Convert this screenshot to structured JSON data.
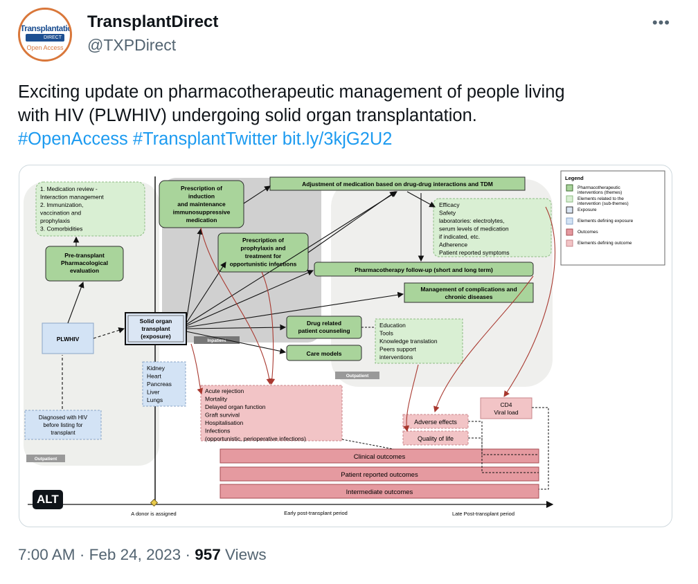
{
  "profile": {
    "display_name": "TransplantDirect",
    "handle": "@TXPDirect",
    "avatar_top": "Transplantation",
    "avatar_mid": "DIRECT",
    "avatar_bottom": "Open Access"
  },
  "tweet": {
    "text_line1": "Exciting update on pharmacotherapeutic management of people living",
    "text_line2": "with HIV (PLWHIV) undergoing solid organ transplantation.",
    "hashtag1": "#OpenAccess",
    "hashtag2": "#TransplantTwitter",
    "link": "bit.ly/3kjG2U2",
    "alt_badge": "ALT",
    "more": "•••",
    "time": "7:00 AM",
    "date": "Feb 24, 2023",
    "views_count": "957",
    "views_label": "Views"
  },
  "diagram": {
    "legend_title": "Legend",
    "legend_items": [
      {
        "color": "#a9d49b",
        "border": "#3f6b33",
        "label1": "Pharmacotherapeutic",
        "label2": "interventions (themes)"
      },
      {
        "color": "#d9efd3",
        "border": "#8dbb83",
        "label1": "Elements related to the",
        "label2": "intervention (sub-themes)"
      },
      {
        "color": "#dbe6f4",
        "border": "#333333",
        "label1": "Exposure",
        "label2": ""
      },
      {
        "color": "#d3e3f5",
        "border": "#8aa6c8",
        "label1": "Elements defining  exposure",
        "label2": ""
      },
      {
        "color": "#e59aa0",
        "border": "#a64b52",
        "label1": "Outcomes",
        "label2": ""
      },
      {
        "color": "#f2c4c6",
        "border": "#c8868b",
        "label1": "Elements defining outcome",
        "label2": ""
      }
    ],
    "med_review": [
      "1.   Medication review -",
      "      Interaction management",
      "2.   Immunization,",
      "      vaccination  and",
      "      prophylaxis",
      "3.   Comorbidities"
    ],
    "pretransplant": [
      "Pre-transplant",
      "Pharmacological",
      "evaluation"
    ],
    "plwhiv": "PLWHIV",
    "diagnosed": [
      "Diagnosed with HIV",
      "before listing for",
      "transplant"
    ],
    "outpatient_label": "Outpatient",
    "inpatient_label": "Inpatient",
    "outpatient2_label": "Outpatient",
    "exposure": [
      "Solid organ",
      "transplant",
      "(exposure)"
    ],
    "organs": [
      "Kidney",
      "Heart",
      "Pancreas",
      "Liver",
      "Lungs"
    ],
    "induction": [
      "Prescription of",
      "induction",
      "and maintenance",
      "immunosuppressive",
      "medication"
    ],
    "prophylaxis": [
      "Prescription of",
      "prophylaxis and",
      "treatment for",
      "opportunistic infections"
    ],
    "adjustment": "Adjustment of medication based on drug-drug interactions and TDM",
    "followup_elements": [
      "Efficacy",
      "Safety",
      "      laboratories: electrolytes,",
      "      serum levels of medication",
      "      if indicated, etc.",
      "Adherence",
      "Patient reported symptoms"
    ],
    "followup": "Pharmacotherapy follow-up (short and long term)",
    "complications": [
      "Management of complications and",
      "chronic diseases"
    ],
    "counseling": [
      "Drug related",
      "patient counseling"
    ],
    "education": [
      "Education",
      "Tools",
      "Knowledge translation",
      "Peers support",
      "interventions"
    ],
    "care_models": "Care models",
    "outcome_elements": [
      "Acute rejection",
      "Mortality",
      "Delayed organ function",
      "Graft survival",
      "Hospitalisation",
      "Infections",
      "(opportunistic, perioperative infections)"
    ],
    "adverse": "Adverse effects",
    "qol": "Quality of life",
    "cd4": [
      "CD4",
      "Viral load"
    ],
    "clinical": "Clinical outcomes",
    "patient_reported": "Patient reported outcomes",
    "intermediate": "Intermediate outcomes",
    "axis_donor": "A donor is assigned",
    "axis_early": "Early post-transplant period",
    "axis_late": "Late Post-transplant period"
  }
}
